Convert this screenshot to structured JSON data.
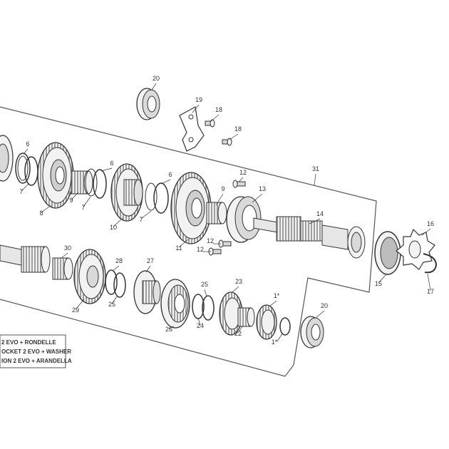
{
  "diagram": {
    "labels": [
      "20",
      "19",
      "18",
      "18",
      "6",
      "6",
      "6",
      "7",
      "7",
      "7",
      "8",
      "9",
      "9",
      "10",
      "11",
      "12",
      "12",
      "12",
      "13",
      "14",
      "31",
      "16",
      "15",
      "17",
      "30",
      "28",
      "27",
      "25",
      "25",
      "29",
      "26",
      "24",
      "23",
      "22",
      "1*",
      "1*",
      "20"
    ],
    "legend": {
      "lines": [
        "2 EVO + RONDELLE",
        "OCKET 2 EVO + WASHER",
        "ION 2 EVO + ARANDELLA"
      ]
    },
    "colors": {
      "ink": "#333333",
      "part_fill": "#f2f2f2",
      "shade": "#bdbdbd",
      "frame": "#555555",
      "background": "#ffffff"
    }
  }
}
